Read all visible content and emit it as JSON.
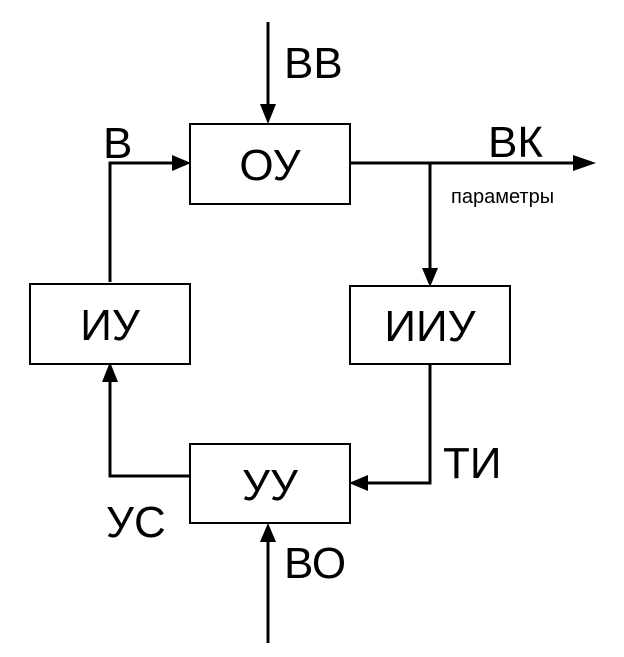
{
  "blocks": {
    "ou": "ОУ",
    "iu": "ИУ",
    "iiu": "ИИУ",
    "uu": "УУ"
  },
  "signals": {
    "vv": "ВВ",
    "v": "В",
    "vk": "ВК",
    "parameters": "параметры",
    "ti": "ТИ",
    "us": "УС",
    "vo": "ВО"
  }
}
